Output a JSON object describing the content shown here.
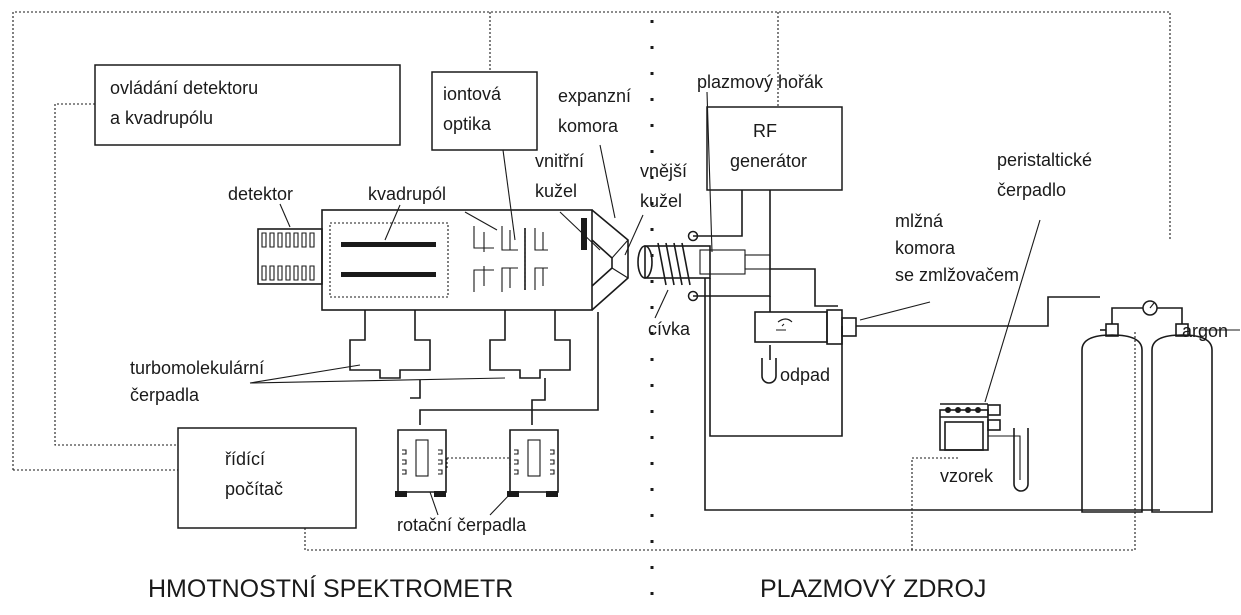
{
  "sections": {
    "left": "HMOTNOSTNÍ  SPEKTROMETR",
    "right": "PLAZMOVÝ  ZDROJ"
  },
  "boxes": {
    "detector_control_line1": "ovládání   detektoru",
    "detector_control_line2": "a kvadrupólu",
    "ion_optics_line1": "iontová",
    "ion_optics_line2": "optika",
    "rf_line1": "RF",
    "rf_line2": "generátor",
    "computer_line1": "řídící",
    "computer_line2": "počítač"
  },
  "labels": {
    "expansion_line1": "expanzní",
    "expansion_line2": "komora",
    "torch": "plazmový hořák",
    "inner_cone_line1": "vnitřní",
    "inner_cone_line2": "kužel",
    "outer_cone_line1": "vnější",
    "outer_cone_line2": "kužel",
    "detector": "detektor",
    "quadrupole": "kvadrupól",
    "peristaltic_line1": "peristaltické",
    "peristaltic_line2": "čerpadlo",
    "spray_line1": "mlžná",
    "spray_line2": "komora",
    "spray_line3": "se zmlžovačem",
    "coil": "cívka",
    "waste": "odpad",
    "argon": "argon",
    "turbo_line1": "turbomolekulární",
    "turbo_line2": "čerpadla",
    "sample": "vzorek",
    "rotary": "rotační  čerpadla"
  }
}
